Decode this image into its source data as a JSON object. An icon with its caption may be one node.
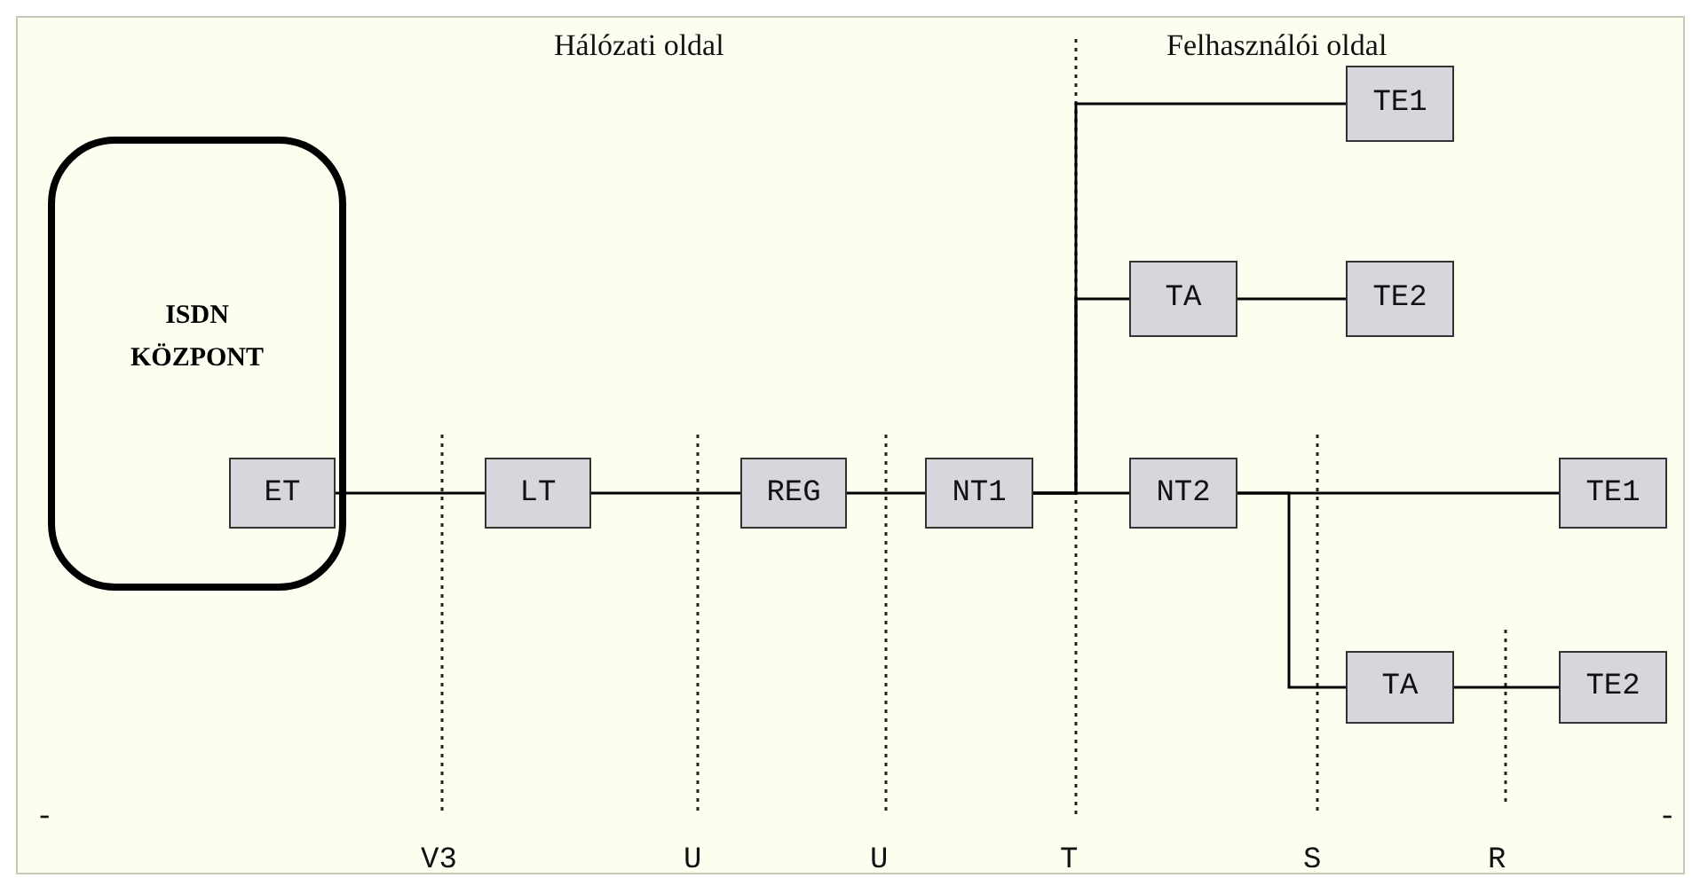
{
  "diagram": {
    "nodes": [
      {
        "text": [
          "ISDN KÖZPONT"
        ]
      },
      {
        "text": [
          "ET"
        ],
        "in": 0
      },
      {
        "text": [
          "LT"
        ]
      },
      {
        "text": [
          "REG"
        ]
      },
      {
        "text": [
          "NT1"
        ]
      },
      {
        "text": [
          "NT2"
        ]
      },
      {
        "text": [
          "TE1"
        ]
      },
      {
        "text": [
          "TA"
        ]
      },
      {
        "text": [
          "TE2"
        ]
      },
      {
        "text": [
          "TE1"
        ]
      },
      {
        "text": [
          "TA"
        ]
      },
      {
        "text": [
          "TE2"
        ]
      }
    ],
    "edges": [
      {
        "from": 1,
        "to": 2,
        "arrow": "none"
      },
      {
        "from": 2,
        "to": 3,
        "arrow": "none"
      },
      {
        "from": 3,
        "to": 4,
        "arrow": "none"
      },
      {
        "from": 4,
        "to": 5,
        "arrow": "none"
      },
      {
        "from": 4,
        "to": 6,
        "arrow": "none"
      },
      {
        "from": 4,
        "to": 7,
        "arrow": "none"
      },
      {
        "from": 7,
        "to": 8,
        "arrow": "none"
      },
      {
        "from": 5,
        "to": 9,
        "arrow": "none"
      },
      {
        "from": 5,
        "to": 10,
        "arrow": "none"
      },
      {
        "from": 10,
        "to": 11,
        "arrow": "none"
      }
    ],
    "labels": [
      "Hálózati oldal",
      "Felhasználói oldal",
      "-",
      "-",
      "V3",
      "U",
      "U",
      "T",
      "S",
      "R"
    ]
  }
}
